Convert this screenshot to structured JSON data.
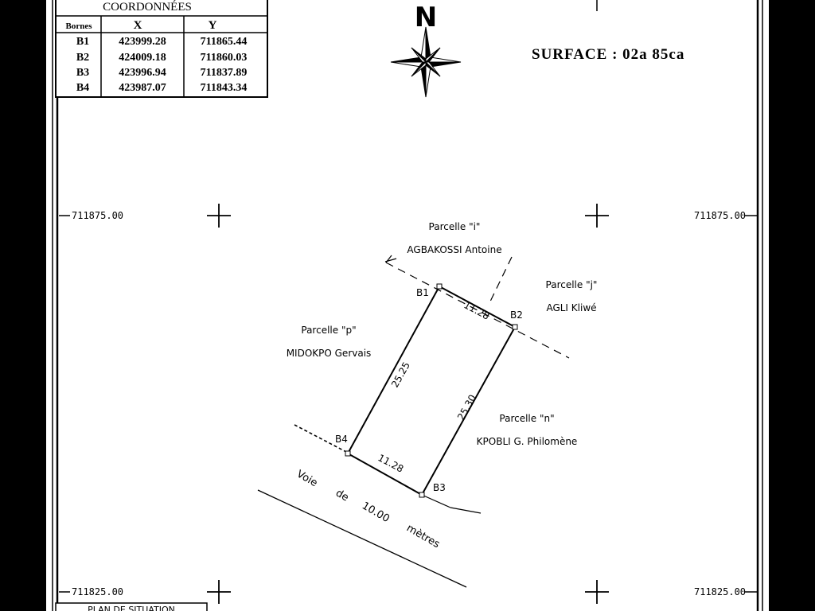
{
  "coordinates_table": {
    "title": "COORDONNÉES",
    "headers": [
      "Bornes",
      "X",
      "Y"
    ],
    "rows": [
      {
        "borne": "B1",
        "x": "423999.28",
        "y": "711865.44"
      },
      {
        "borne": "B2",
        "x": "424009.18",
        "y": "711860.03"
      },
      {
        "borne": "B3",
        "x": "423996.94",
        "y": "711837.89"
      },
      {
        "borne": "B4",
        "x": "423987.07",
        "y": "711843.34"
      }
    ]
  },
  "north_label": "N",
  "surface": "SURFACE : 02a 85ca",
  "grid_labels": {
    "top_left": "711875.00",
    "top_right": "711875.00",
    "bottom_left": "711825.00",
    "bottom_right": "711825.00"
  },
  "parcels": {
    "i_title": "Parcelle \"i\"",
    "i_owner": "AGBAKOSSI Antoine",
    "j_title": "Parcelle \"j\"",
    "j_owner": "AGLI Kliwé",
    "p_title": "Parcelle \"p\"",
    "p_owner": "MIDOKPO Gervais",
    "n_title": "Parcelle \"n\"",
    "n_owner": "KPOBLI G. Philomène"
  },
  "bornes": {
    "b1": "B1",
    "b2": "B2",
    "b3": "B3",
    "b4": "B4"
  },
  "dimensions": {
    "top": "11.28",
    "bottom": "11.28",
    "left": "25.25",
    "right": "25.30"
  },
  "road": {
    "voie": "Voie",
    "de": "de",
    "width": "10.00",
    "unit": "mètres"
  },
  "situation_title": "PLAN DE SITUATION"
}
